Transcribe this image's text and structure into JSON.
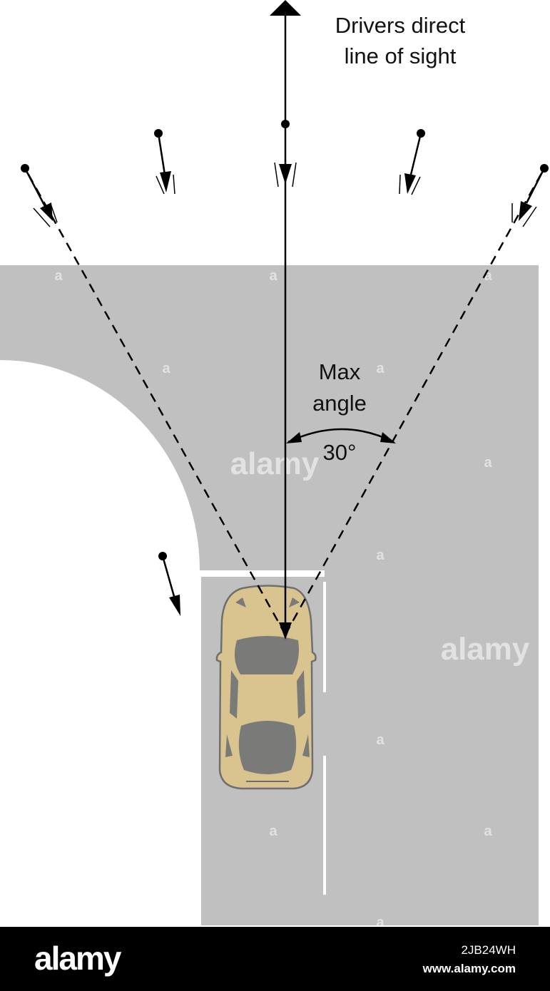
{
  "diagram": {
    "caption_line1": "Drivers direct",
    "caption_line2": "line of sight",
    "max_angle_line1": "Max",
    "max_angle_line2": "angle",
    "angle_value": "30°"
  },
  "watermark": {
    "main": "alamy",
    "small": "a"
  },
  "footer": {
    "logo": "alamy",
    "image_id": "2JB24WH",
    "url": "www.alamy.com"
  },
  "colors": {
    "road": "#c0c0c0",
    "car_body": "#d9c48f",
    "car_glass": "#7a7a78",
    "car_outline": "#6f6f6f",
    "line": "#000000",
    "footer_bg": "#000000"
  }
}
